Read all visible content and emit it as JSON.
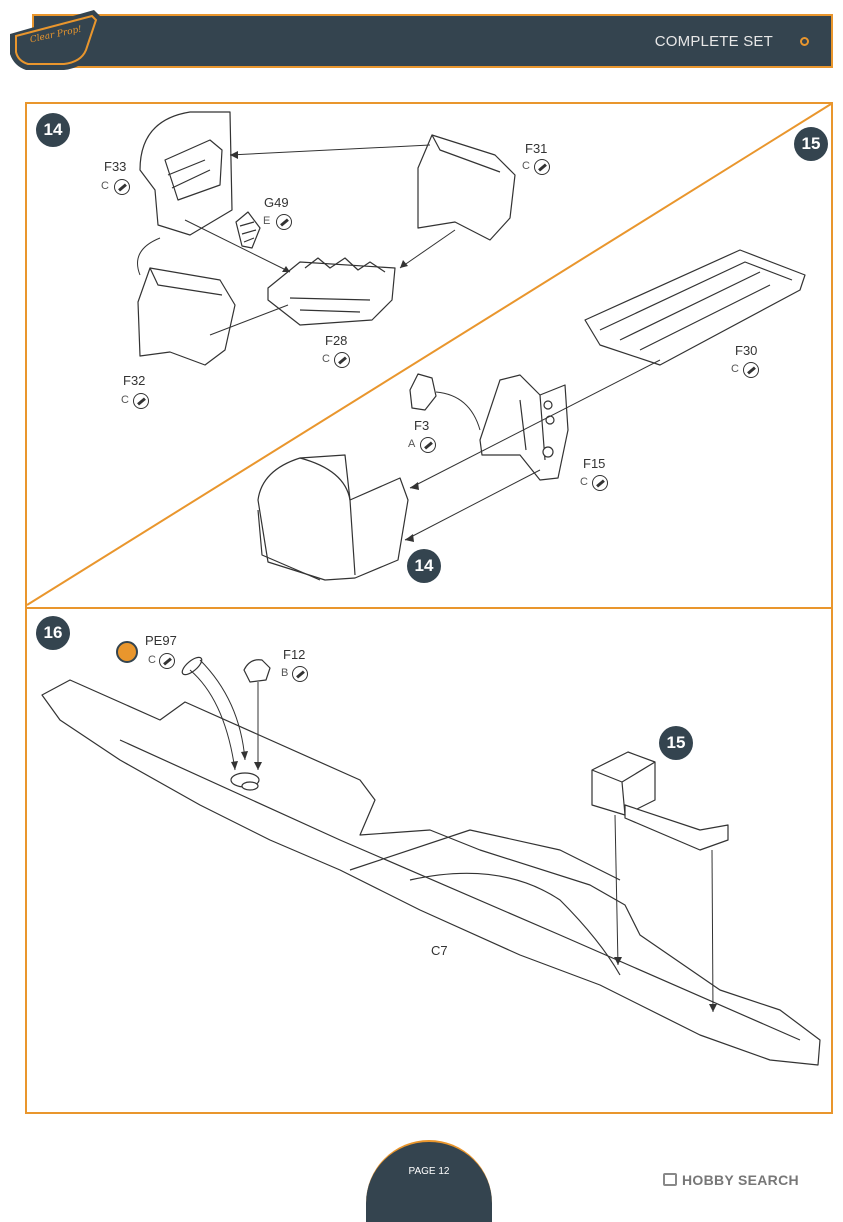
{
  "header": {
    "title": "COMPLETE SET",
    "logo_text": "Clear Prop!"
  },
  "steps": {
    "s14": "14",
    "s15": "15",
    "s16": "16",
    "ref15_in_14": "14",
    "ref16_in_15": "15"
  },
  "parts": {
    "f31": {
      "name": "F31",
      "sprue": "C"
    },
    "f33": {
      "name": "F33",
      "sprue": "C"
    },
    "g49": {
      "name": "G49",
      "sprue": "E"
    },
    "f28": {
      "name": "F28",
      "sprue": "C"
    },
    "f32": {
      "name": "F32",
      "sprue": "C"
    },
    "f30": {
      "name": "F30",
      "sprue": "C"
    },
    "f3": {
      "name": "F3",
      "sprue": "A"
    },
    "f15": {
      "name": "F15",
      "sprue": "C"
    },
    "pe97": {
      "name": "PE97",
      "sprue": "C"
    },
    "f12": {
      "name": "F12",
      "sprue": "B"
    },
    "c7": {
      "name": "C7"
    }
  },
  "footer": {
    "page": "PAGE 12",
    "watermark": "HOBBY SEARCH"
  },
  "colors": {
    "accent": "#e9962d",
    "dark": "#34444f"
  },
  "icons": {
    "glue": "glue-icon",
    "photo_etch": "photo-etch-icon",
    "brand": "hobby-search-icon"
  }
}
